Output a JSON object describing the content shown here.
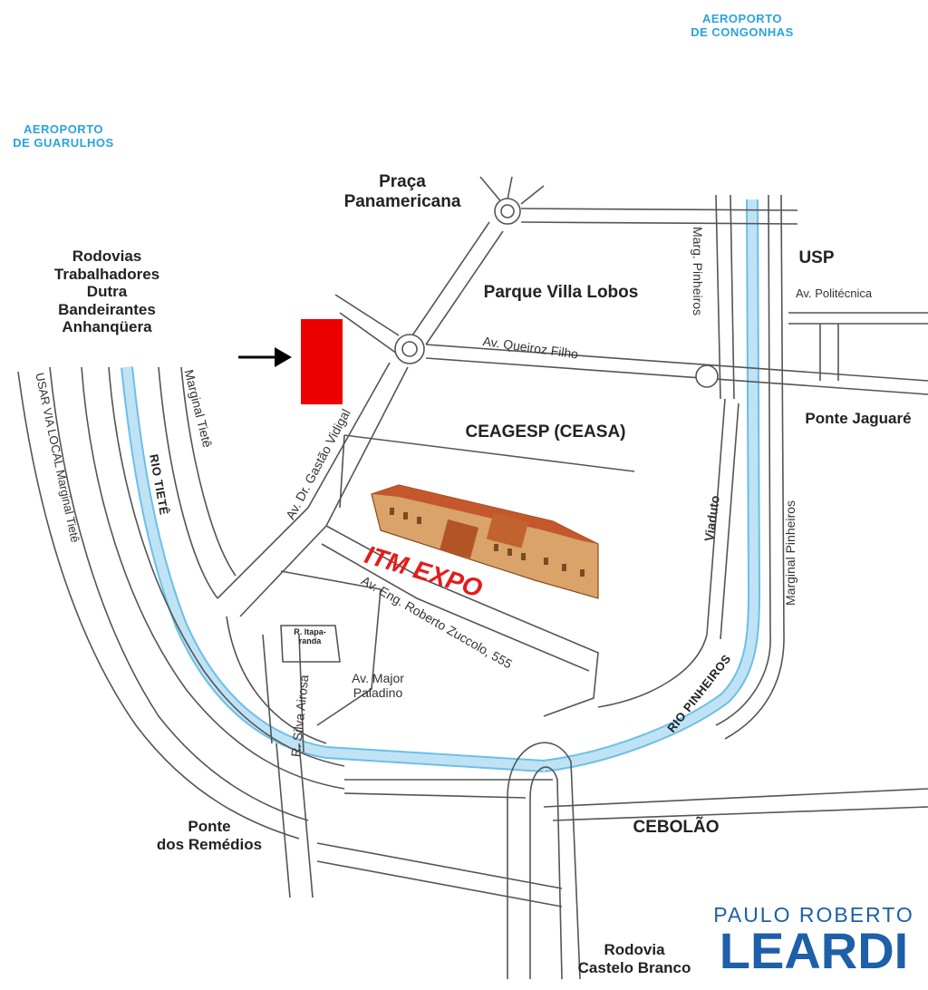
{
  "airports": {
    "congonhas": "AEROPORTO\nDE CONGONHAS",
    "guarulhos": "AEROPORTO\nDE GUARULHOS"
  },
  "places": {
    "praca": "Praça\nPanamericana",
    "rodovias": "Rodovias\nTrabalhadores\nDutra\nBandeirantes\nAnhanqüera",
    "parque": "Parque Villa Lobos",
    "usp": "USP",
    "ceagesp": "CEAGESP (CEASA)",
    "ponte_jaguare": "Ponte Jaguaré",
    "ponte_remedios": "Ponte\ndos Remédios",
    "cebolao": "CEBOLÃO",
    "castelo": "Rodovia\nCastelo Branco"
  },
  "streets": {
    "marg_pinheiros_top": "Marg. Pinheiros",
    "av_politecnica": "Av. Politécnica",
    "av_queiroz": "Av. Queiroz Filho",
    "av_gastao": "Av. Dr. Gastão Vidigal",
    "marginal_tiete": "Marginal Tietê",
    "usar_via_local": "USAR VIA LOCAL  Marginal Tietê",
    "viaduto": "Viaduto",
    "marginal_pinheiros": "Marginal Pinheiros",
    "av_eng": "Av. Eng. Roberto Zuccolo, 555",
    "r_itapa": "R. Itapa-\nranda",
    "av_major": "Av. Major\nPaladino",
    "r_silva": "R. Silva Airosa"
  },
  "rivers": {
    "tiete": "RIO TIETÊ",
    "pinheiros": "RIO PINHEIROS"
  },
  "venue": {
    "name": "ITM EXPO"
  },
  "brand": {
    "top": "PAULO ROBERTO",
    "main": "LEARDI"
  },
  "colors": {
    "river": "#bfe3f5",
    "river_stroke": "#6dbfe6",
    "road_stroke": "#555555",
    "marker": "#ee0000",
    "airport_text": "#2aa3dd",
    "brand": "#1d5fa8",
    "expo_text": "#e51b1b"
  },
  "icons": {
    "marker": "location-marker",
    "arrow": "arrow-right-icon"
  }
}
